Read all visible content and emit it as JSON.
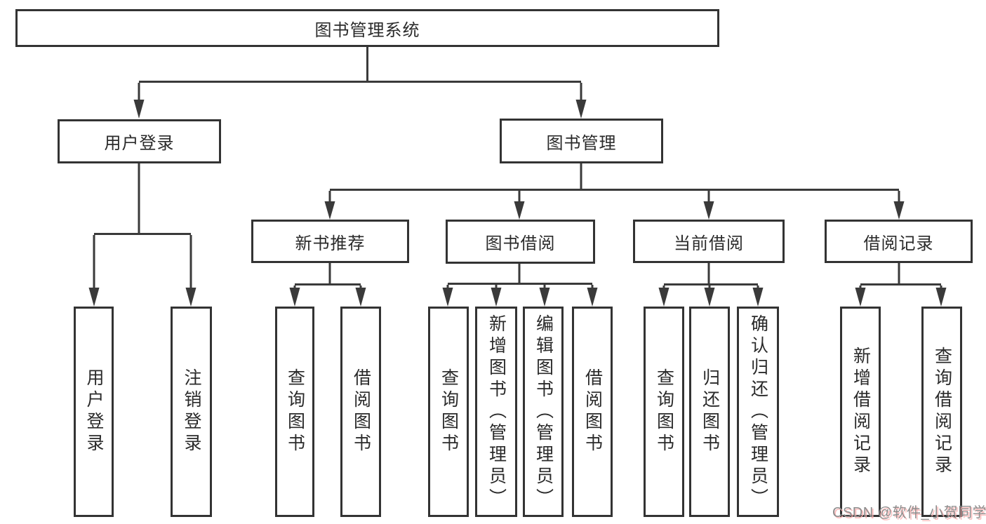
{
  "diagram": {
    "root": {
      "label": "图书管理系统"
    },
    "level2": [
      {
        "label": "用户登录"
      },
      {
        "label": "图书管理"
      }
    ],
    "level3": [
      {
        "label": "新书推荐"
      },
      {
        "label": "图书借阅"
      },
      {
        "label": "当前借阅"
      },
      {
        "label": "借阅记录"
      }
    ],
    "leaves": {
      "user_login": [
        "用户登录",
        "注销登录"
      ],
      "new_book": [
        "查询图书",
        "借阅图书"
      ],
      "book_borrow": [
        "查询图书",
        "新增图书（管理员）",
        "编辑图书（管理员）",
        "借阅图书"
      ],
      "current_borrow": [
        "查询图书",
        "归还图书",
        "确认归还（管理员）"
      ],
      "borrow_record": [
        "新增借阅记录",
        "查询借阅记录"
      ]
    }
  },
  "watermark": {
    "text": "CSDN @软件_小贺同学"
  },
  "colors": {
    "line": "#3a3a3a",
    "box_border": "#333333",
    "text": "#2a2a2a",
    "background": "#ffffff",
    "watermark": "#8d8d8d"
  }
}
